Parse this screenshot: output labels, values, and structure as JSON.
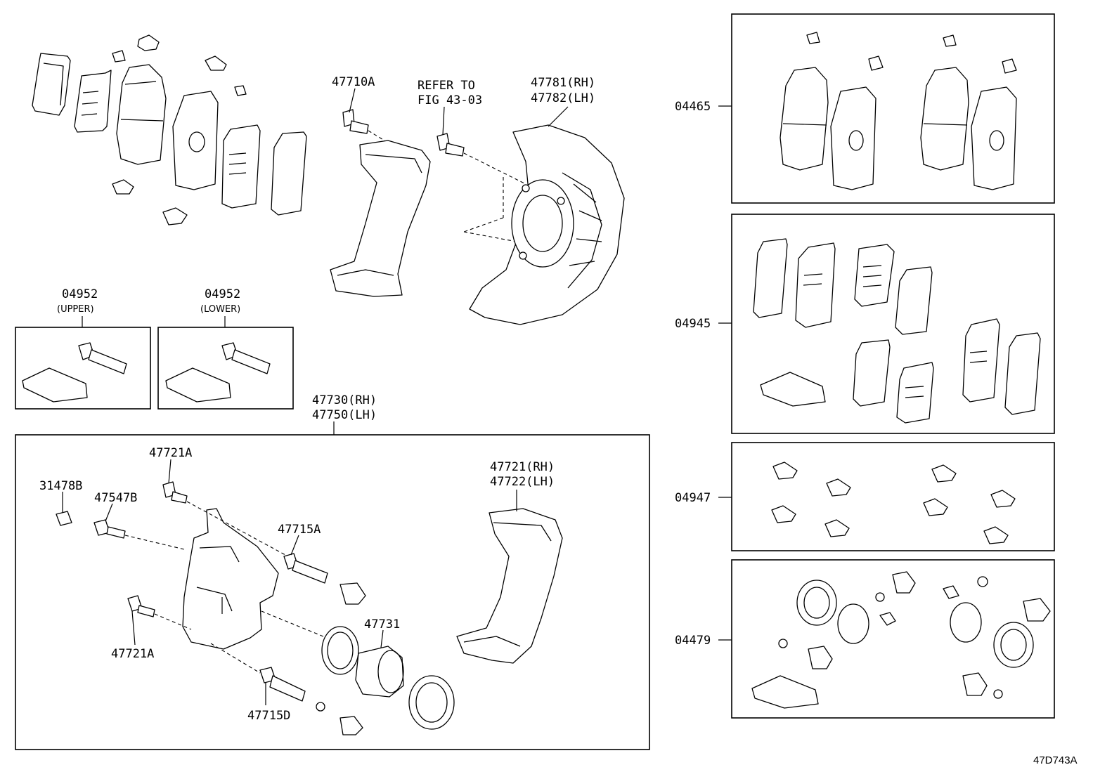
{
  "labels": {
    "p47710A": "47710A",
    "refer_line1": "REFER TO",
    "refer_line2": "FIG 43-03",
    "p47781": "47781(RH)",
    "p47782": "47782(LH)",
    "p04952_upper": "04952",
    "upper": "(UPPER)",
    "p04952_lower": "04952",
    "lower": "(LOWER)",
    "p47730": "47730(RH)",
    "p47750": "47750(LH)",
    "p47721A_top": "47721A",
    "p31478B": "31478B",
    "p47547B": "47547B",
    "p47715A": "47715A",
    "p47721": "47721(RH)",
    "p47722": "47722(LH)",
    "p47731": "47731",
    "p47721A_bottom": "47721A",
    "p47715D": "47715D",
    "p04465": "04465",
    "p04945": "04945",
    "p04947": "04947",
    "p04479": "04479",
    "figure_id": "47D743A"
  }
}
